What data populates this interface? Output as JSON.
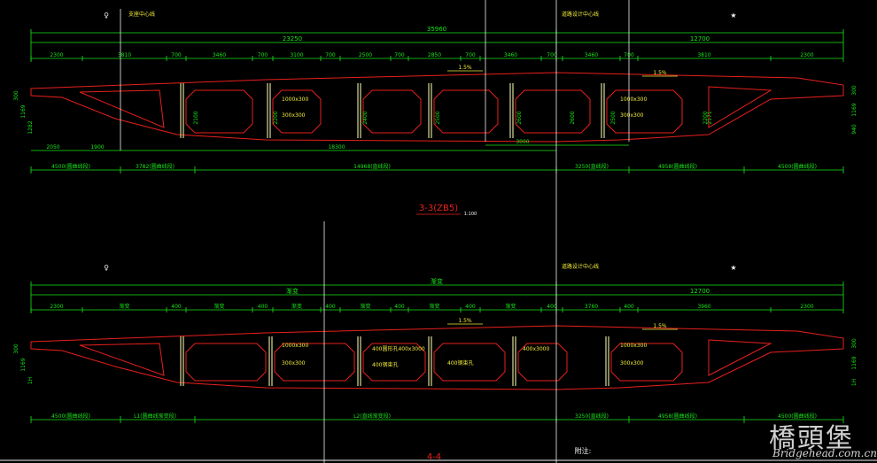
{
  "colors": {
    "bg": "#000000",
    "dim": "#19e619",
    "outline": "#e8201c",
    "yellow": "#f2ec3a",
    "white": "#f2f2f2",
    "stiff": "#dcdc9a"
  },
  "top": {
    "title": "3-3(ZB5)",
    "scale": "1:100",
    "total": "35960",
    "left_total": "23250",
    "right_total": "12700",
    "left_mark": "♀",
    "right_mark": "★",
    "pier_label": "支座中心线",
    "design_label": "道路设计中心线",
    "slope1": "1.5%",
    "slope2": "1.5%",
    "cells": [
      "2300",
      "3810",
      "700",
      "3460",
      "700",
      "3100",
      "700",
      "2500",
      "700",
      "2850",
      "700",
      "3460",
      "700",
      "3460",
      "700",
      "3810",
      "2300"
    ],
    "bottom_dims": [
      "2050",
      "1900",
      "18300"
    ],
    "dim3000": "3000",
    "segments": [
      "4500(圆曲线段)",
      "3782(圆曲线段)",
      "14968(直线段)",
      "3250(直线段)",
      "4958(圆曲线段)",
      "4500(圆曲线段)"
    ],
    "notes": [
      "1000x300",
      "300x300",
      "1000x300",
      "300x300"
    ],
    "heights": [
      "2100",
      "2200",
      "2400",
      "2500",
      "2600",
      "2600",
      "2500",
      "2200",
      "2171"
    ],
    "side_left": [
      "300",
      "1169",
      "1282"
    ],
    "side_right": [
      "300",
      "1169",
      "940"
    ]
  },
  "bottom": {
    "title": "4-4",
    "notes_label": "附注:",
    "total": "渐变",
    "right_total": "12700",
    "design_label": "道路设计中心线",
    "left_mark": "♀",
    "right_mark": "★",
    "slope1": "1.5%",
    "slope2": "1.5%",
    "cells": [
      "2300",
      "渐变",
      "400",
      "渐变",
      "400",
      "渐变",
      "400",
      "渐变",
      "400",
      "渐变",
      "400",
      "渐变",
      "400",
      "3760",
      "400",
      "3960",
      "2300"
    ],
    "segments": [
      "4500(圆曲线段)",
      "L1(圆曲线渐变段)",
      "L2(直线渐变段)",
      "3250(直线段)",
      "4958(圆曲线段)",
      "4500(圆曲线段)"
    ],
    "notes": [
      "1000x300",
      "300x300",
      "400圆形孔400x3000",
      "400x3000",
      "400钢束孔",
      "400钢束孔",
      "1000x300",
      "300x300"
    ],
    "side_left": [
      "300",
      "1169",
      "1H"
    ],
    "side_right": [
      "300",
      "1169",
      "1H"
    ]
  },
  "watermark": {
    "cn": "橋頭堡",
    "en": "Bridgehead.com.cn"
  }
}
